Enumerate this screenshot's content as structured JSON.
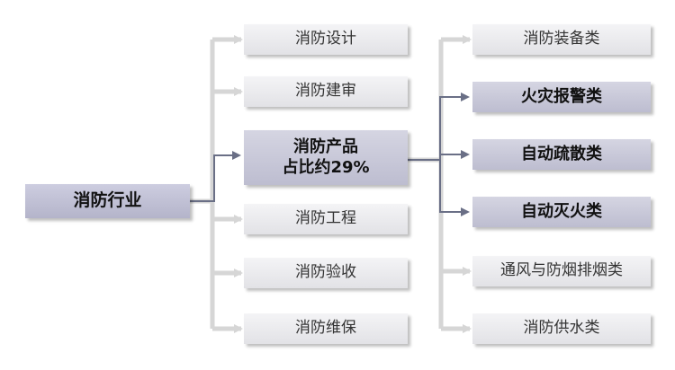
{
  "root": {
    "label": "消防行业"
  },
  "middle": {
    "items": [
      {
        "label": "消防设计",
        "highlight": false
      },
      {
        "label": "消防建审",
        "highlight": false
      },
      {
        "label_line1": "消防产品",
        "label_line2": "占比约29%",
        "highlight": true
      },
      {
        "label": "消防工程",
        "highlight": false
      },
      {
        "label": "消防验收",
        "highlight": false
      },
      {
        "label": "消防维保",
        "highlight": false
      }
    ]
  },
  "right": {
    "items": [
      {
        "label": "消防装备类",
        "highlight": false
      },
      {
        "label": "火灾报警类",
        "highlight": true
      },
      {
        "label": "自动疏散类",
        "highlight": true
      },
      {
        "label": "自动灭火类",
        "highlight": true
      },
      {
        "label": "通风与防烟排烟类",
        "highlight": false
      },
      {
        "label": "消防供水类",
        "highlight": false
      }
    ]
  },
  "colors": {
    "light_connector": "#d6d6d6",
    "dark_connector": "#6a6f86"
  }
}
